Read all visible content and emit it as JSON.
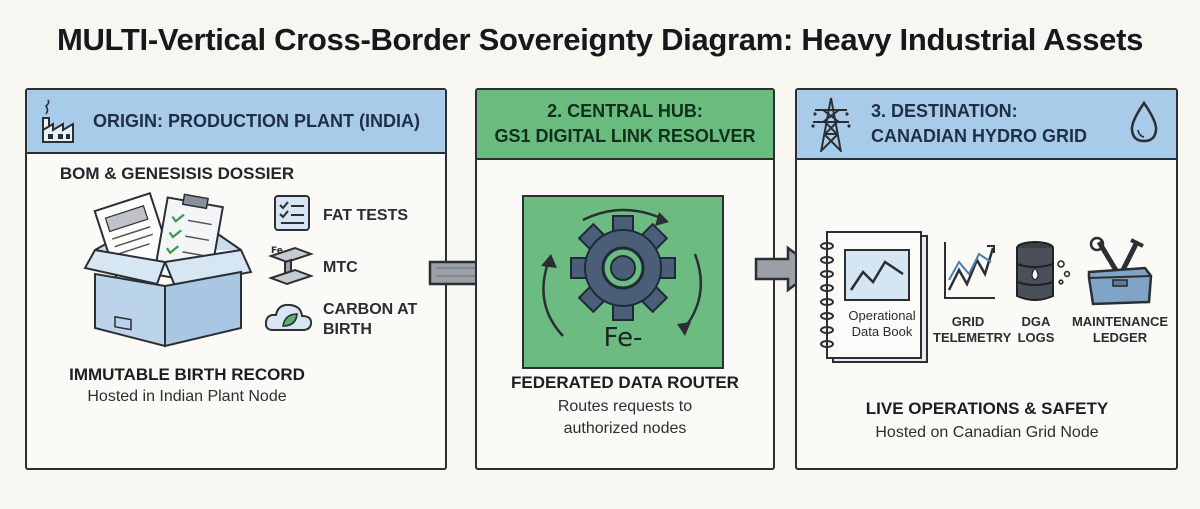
{
  "title": "MULTI-Vertical Cross-Border Sovereignty Diagram: Heavy Industrial Assets",
  "panels": {
    "origin": {
      "header": "ORIGIN: PRODUCTION PLANT (INDIA)",
      "subtitle": "BOM & GENESISIS DOSSIER",
      "items": [
        "FAT TESTS",
        "MTC",
        "CARBON AT",
        "BIRTH"
      ],
      "icon_badge": "Fe",
      "footer_title": "IMMUTABLE BIRTH RECORD",
      "footer_text": "Hosted in Indian Plant Node",
      "color": "#a9cbea"
    },
    "hub": {
      "header_line1": "2. CENTRAL HUB:",
      "header_line2": "GS1 DIGITAL LINK RESOLVER",
      "gear_label": "Fe-",
      "footer_title": "FEDERATED DATA ROUTER",
      "footer_line1": "Routes requests to",
      "footer_line2": "authorized nodes",
      "color": "#69bb7e"
    },
    "destination": {
      "header_line1": "3. DESTINATION:",
      "header_line2": "CANADIAN HYDRO GRID",
      "book_line1": "Operational",
      "book_line2": "Data Book",
      "grid_line1": "GRID",
      "grid_line2": "TELEMETRY",
      "dga_line1": "DGA",
      "dga_line2": "LOGS",
      "maint_line1": "MAINTENANCE",
      "maint_line2": "LEDGER",
      "footer_title": "LIVE OPERATIONS & SAFETY",
      "footer_text": "Hosted on Canadian Grid Node",
      "color": "#a9cbea"
    }
  }
}
